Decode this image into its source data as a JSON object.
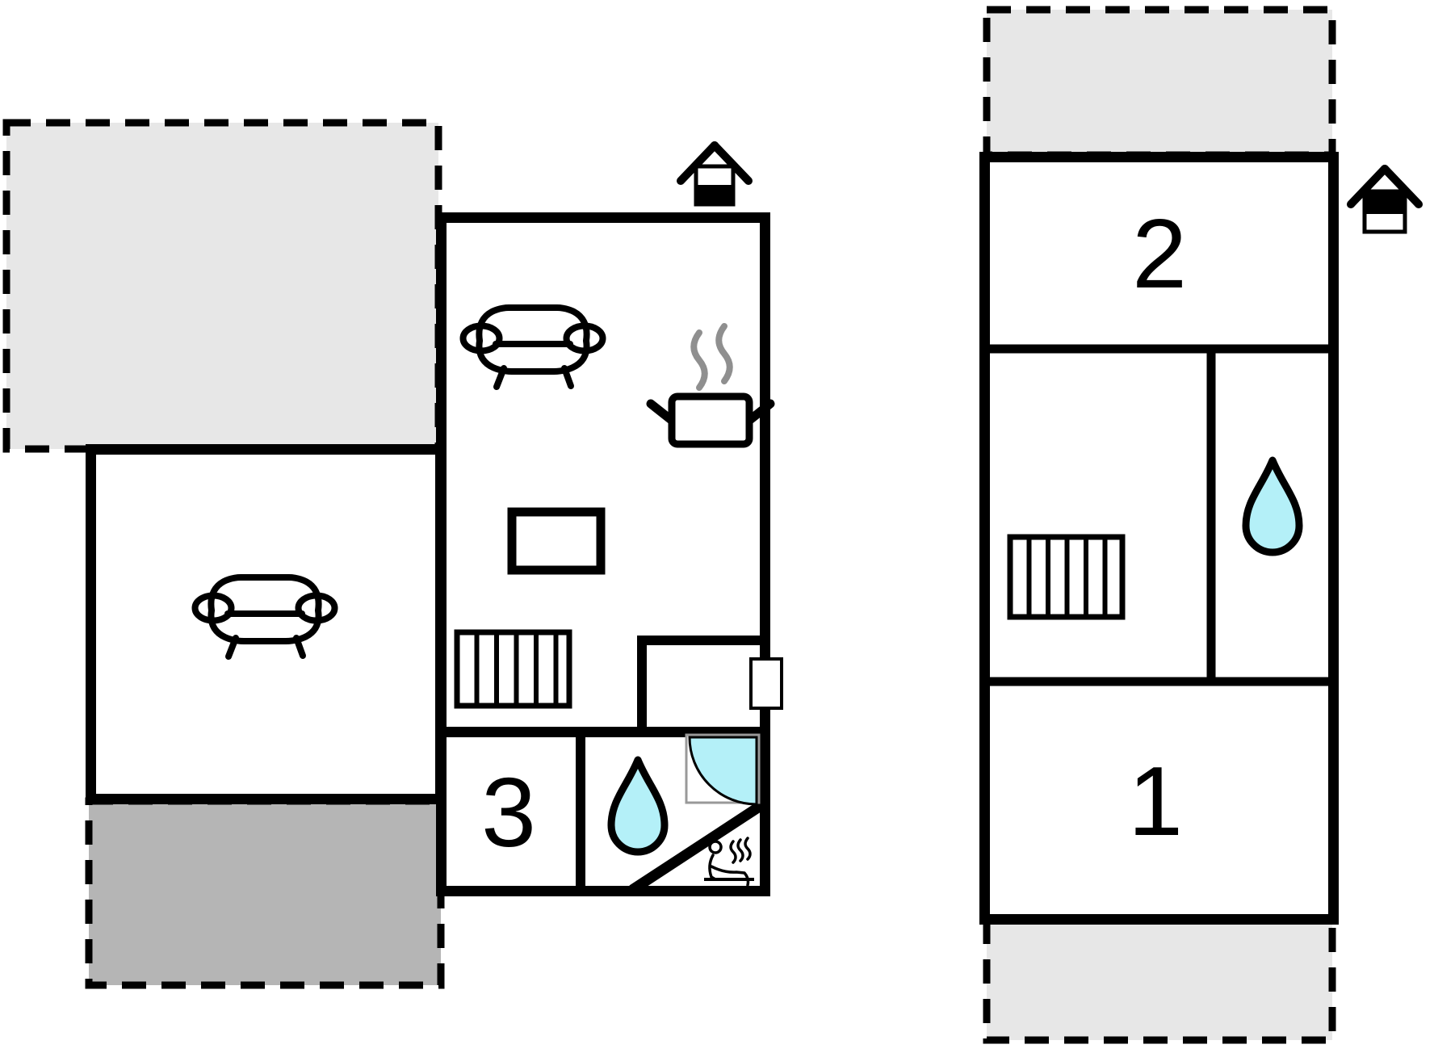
{
  "floorplan": {
    "title": "two-storey holiday house floor plan",
    "rooms": {
      "room1": {
        "label": "1"
      },
      "room2": {
        "label": "2"
      },
      "room3": {
        "label": "3"
      }
    },
    "colors": {
      "terrace_light": "#e7e7e7",
      "terrace_dark": "#b5b5b5",
      "water": "#b4f0f8",
      "wall": "#000000",
      "steam": "#8f8f8f",
      "shower_frame": "#999999"
    },
    "icons": [
      "sofa-icon",
      "cooking-pot-icon",
      "steam-icon",
      "table-icon",
      "stairs-icon",
      "water-drop-icon",
      "shower-icon",
      "sauna-icon",
      "chimney-house-icon",
      "door-icon"
    ]
  }
}
